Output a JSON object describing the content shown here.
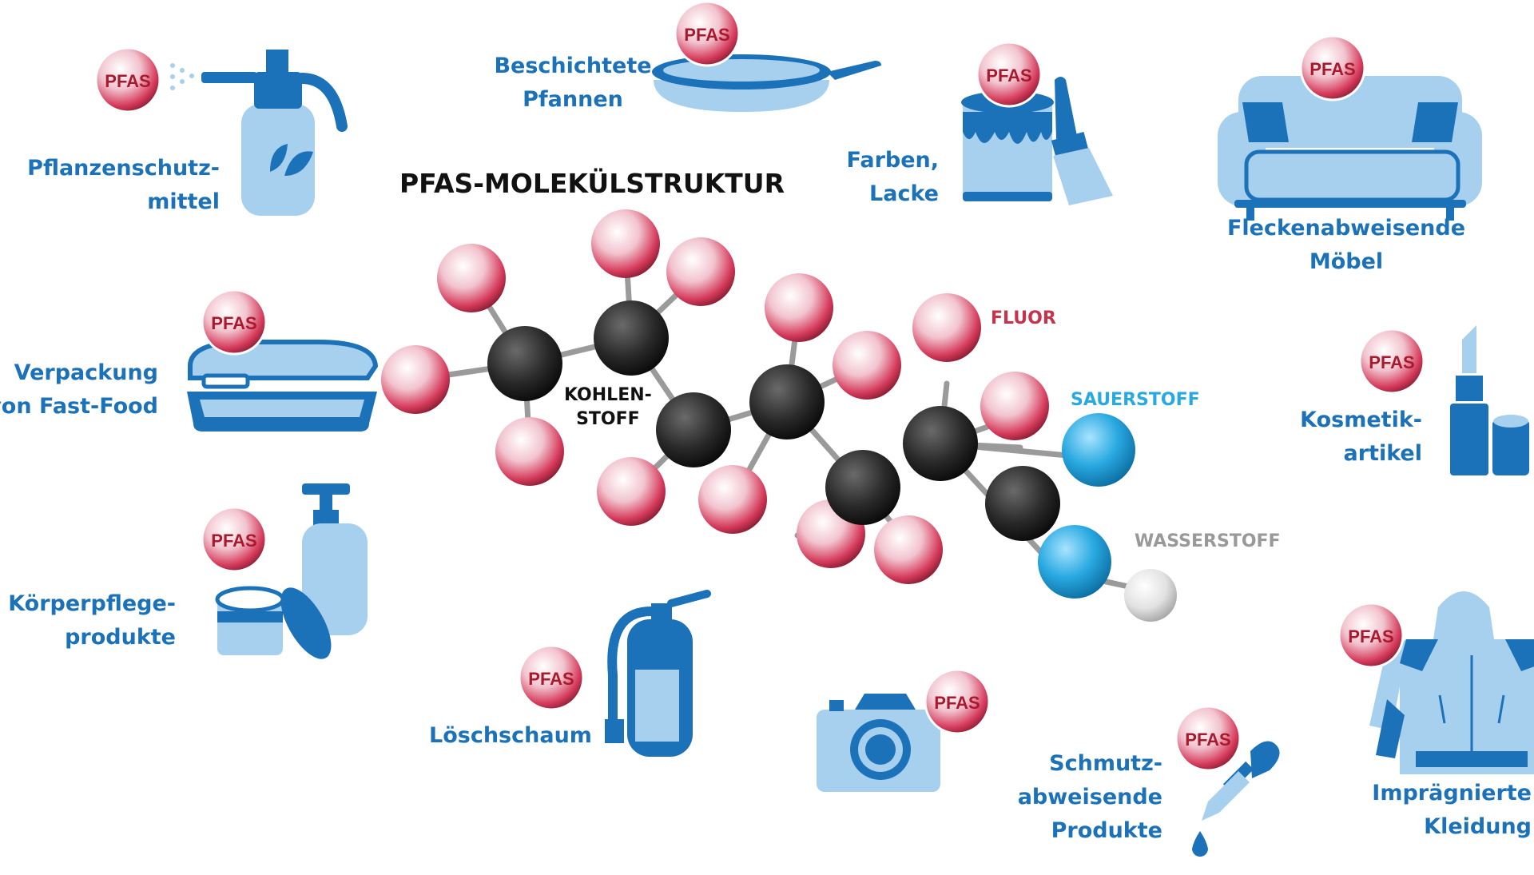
{
  "title": "PFAS-MOLEKÜLSTRUKTUR",
  "badge": "PFAS",
  "atom_labels": {
    "carbon_l1": "KOHLEN-",
    "carbon_l2": "STOFF",
    "fluor": "FLUOR",
    "sauerstoff": "SAUERSTOFF",
    "wasserstoff": "WASSERSTOFF"
  },
  "products": {
    "pflanzenschutz_l1": "Pflanzenschutz-",
    "pflanzenschutz_l2": "mittel",
    "pfannen_l1": "Beschichtete",
    "pfannen_l2": "Pfannen",
    "farben_l1": "Farben,",
    "farben_l2": "Lacke",
    "moebel_l1": "Fleckenabweisende",
    "moebel_l2": "Möbel",
    "verpackung_l1": "Verpackung",
    "verpackung_l2": "von Fast-Food",
    "kosmetik_l1": "Kosmetik-",
    "kosmetik_l2": "artikel",
    "koerper_l1": "Körperpflege-",
    "koerper_l2": "produkte",
    "loeschschaum": "Löschschaum",
    "schmutz_l1": "Schmutz-",
    "schmutz_l2": "abweisende",
    "schmutz_l3": "Produkte",
    "kleidung_l1": "Imprägnierte",
    "kleidung_l2": "Kleidung"
  },
  "colors": {
    "label_blue": "#1c72b8",
    "fluor_red": "#c8324a",
    "oxygen_blue": "#29a9e1",
    "hydrogen_gray": "#999999",
    "carbon": "#2a2a2a"
  }
}
